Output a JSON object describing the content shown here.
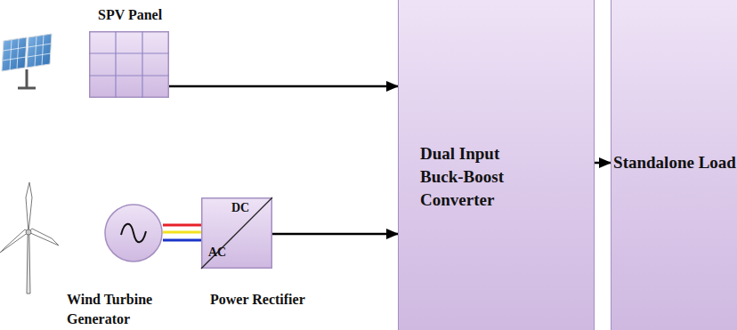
{
  "diagram": {
    "nodes": [
      {
        "text": [
          "SPV Panel"
        ]
      },
      {
        "text": [
          "Wind Turbine Generator"
        ]
      },
      {
        "text": [
          "DC",
          "AC",
          "Power Rectifier"
        ]
      },
      {
        "text": [
          "Dual Input Buck-Boost Converter"
        ]
      },
      {
        "text": [
          "Standalone Load"
        ]
      }
    ],
    "edges": [
      {
        "from": 0,
        "to": 3,
        "arrow": "to"
      },
      {
        "from": 1,
        "to": 2,
        "arrow": "none"
      },
      {
        "from": 2,
        "to": 3,
        "arrow": "to"
      },
      {
        "from": 3,
        "to": 4,
        "arrow": "to"
      }
    ]
  }
}
